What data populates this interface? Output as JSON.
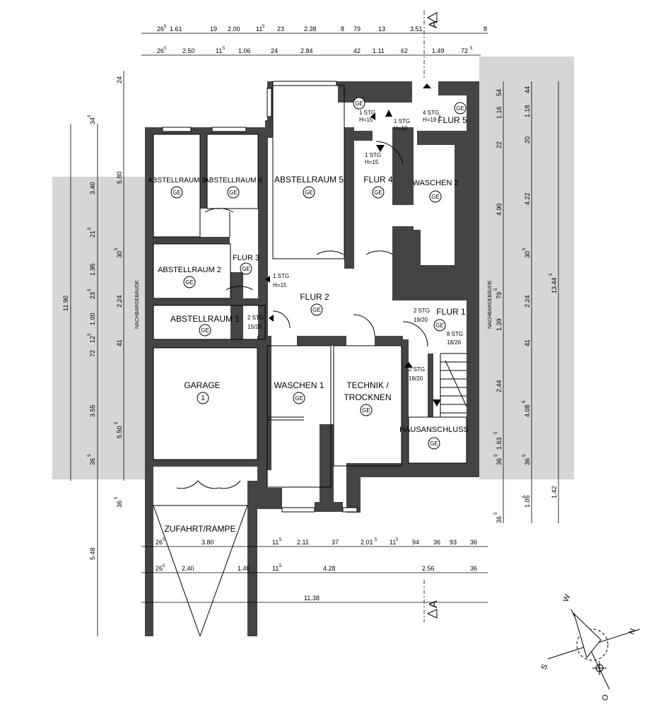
{
  "rooms": {
    "abstellraum3": {
      "name": "ABSTELLRAUM 3",
      "code": "GE"
    },
    "abstellraum4": {
      "name": "ABSTELLRAUM 4",
      "code": "GE"
    },
    "abstellraum5": {
      "name": "ABSTELLRAUM 5",
      "code": "GE"
    },
    "flur4": {
      "name": "FLUR 4",
      "code": "GE"
    },
    "waschen2": {
      "name": "WASCHEN 2",
      "code": "GE"
    },
    "flur5": {
      "name": "FLUR 5",
      "code": "GE"
    },
    "flur3": {
      "name": "FLUR 3",
      "code": "GE"
    },
    "abstellraum2": {
      "name": "ABSTELLRAUM 2",
      "code": "GE"
    },
    "flur2": {
      "name": "FLUR 2",
      "code": "GE"
    },
    "abstellraum1": {
      "name": "ABSTELLRAUM 1",
      "code": "GE"
    },
    "flur1": {
      "name": "FLUR 1",
      "code": "GE"
    },
    "garage": {
      "name": "GARAGE",
      "code": "1"
    },
    "waschen1": {
      "name": "WASCHEN 1",
      "code": "GE"
    },
    "technik": {
      "line1": "TECHNIK /",
      "line2": "TROCKNEN",
      "code": "GE"
    },
    "hausanschluss": {
      "name": "HAUSANSCHLUSS",
      "code": "GE"
    },
    "zufahrt": {
      "name": "ZUFAHRT/RAMPE"
    },
    "stair_code_top": "GE"
  },
  "neighbors": {
    "left": "NACHBARGEBÄUDE",
    "right": "NACHBARGEBÄUDE"
  },
  "stairs": {
    "s1": {
      "a": "1 STG",
      "b": "H=15"
    },
    "s2": {
      "a": "1 STG",
      "b": "H=10"
    },
    "s3": {
      "a": "4 STG",
      "b": "H=19",
      "sup": "3"
    },
    "s4": {
      "a": "1 STG",
      "b": "H=15"
    },
    "s5": {
      "a": "1 STG",
      "b": "H=15"
    },
    "s6": {
      "a": "2 STG",
      "b": "15/20"
    },
    "s7": {
      "a": "2 STG",
      "b": "19/20"
    },
    "s8": {
      "a": "8 STG",
      "b": "18/26"
    },
    "s9": {
      "a": "2 STG",
      "b": "19/20"
    }
  },
  "section_marker": "A",
  "compass": {
    "w": "W",
    "n": "N",
    "s": "S",
    "o": "O"
  },
  "dims_top1": [
    "26",
    "5",
    "1.61",
    "19",
    "2.00",
    "11",
    "5",
    "23",
    "2.38",
    "8",
    "79",
    "13",
    "3.51",
    "8"
  ],
  "dims_top2": [
    "26",
    "5",
    "2.50",
    "11",
    "5",
    "1.06",
    "24",
    "2.84",
    "42",
    "1.11",
    "62",
    "1.49",
    "72",
    "5"
  ],
  "dims_bottom1": [
    "26",
    "5",
    "3.80",
    "11",
    "5",
    "2.11",
    "37",
    "2.01",
    "5",
    "11",
    "5",
    "94",
    "36",
    "93",
    "36"
  ],
  "dims_bottom2": [
    "26",
    "5",
    "2.40",
    "1.40",
    "11",
    "5",
    "4.28",
    "2.56",
    "36"
  ],
  "dims_bottom3": "11.38",
  "dims_left_outer": [
    "34",
    "5",
    "3.40",
    "21",
    "5",
    "1.95",
    "23",
    "5",
    "1.00",
    "12",
    "5",
    "72",
    "3.55",
    "36",
    "5"
  ],
  "dims_left_mid": [
    "5.80",
    "30",
    "5",
    "2.24",
    "41",
    "5.50",
    "5",
    "36",
    "5"
  ],
  "dims_left_total": "11.90",
  "dims_left_single": [
    "24",
    "5.48"
  ],
  "dims_right1": [
    "54",
    "1.16",
    "22",
    "4.90",
    "79",
    "5",
    "1.39",
    "2.44",
    "36",
    "5",
    "1.63",
    "5",
    "36",
    "5"
  ],
  "dims_right2": [
    "44",
    "1.18",
    "20",
    "4.22",
    "30",
    "5",
    "2.24",
    "41",
    "4.08",
    "5",
    "36",
    "5",
    "1.05",
    "5"
  ],
  "dims_right3": [
    "13.44",
    "5",
    "1.42"
  ]
}
